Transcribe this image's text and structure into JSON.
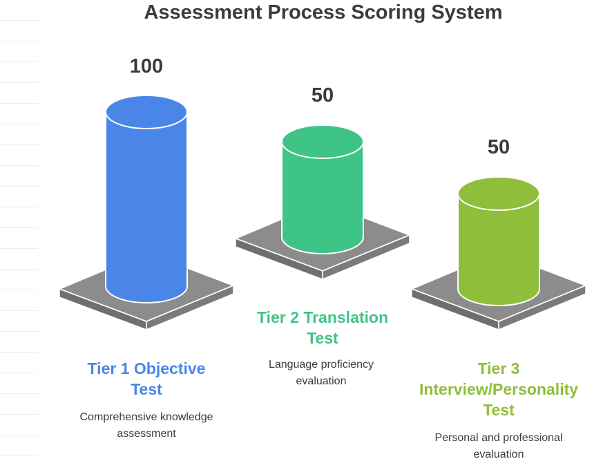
{
  "title": "Assessment Process Scoring System",
  "tiers": [
    {
      "title": "Tier 1 Objective Test",
      "description": "Comprehensive knowledge assessment",
      "score": "100",
      "score_value": 100,
      "color": "#4a86e8",
      "text_color": "#4a86e8"
    },
    {
      "title": "Tier 2 Translation Test",
      "description": "Language proficiency evaluation",
      "score": "50",
      "score_value": 50,
      "color": "#3ec487",
      "text_color": "#3ec487"
    },
    {
      "title": "Tier 3 Interview/Personality Test",
      "description": "Personal and professional evaluation",
      "score": "50",
      "score_value": 50,
      "color": "#8fbe3a",
      "text_color": "#8fbe3a"
    }
  ],
  "platform_color": "#8c8c8c"
}
